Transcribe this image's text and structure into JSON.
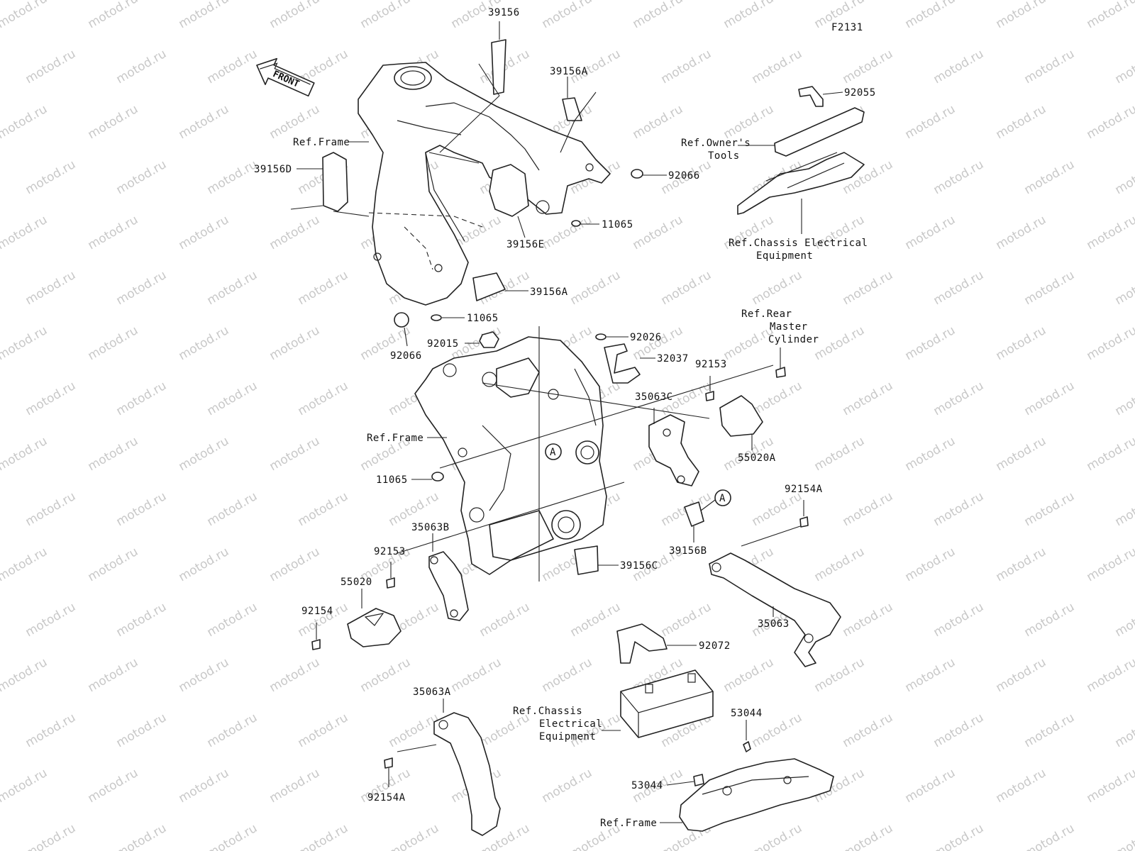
{
  "figure_code": "F2131",
  "watermark": "motod.ru",
  "front_arrow": "FRONT",
  "callout_letter": "A",
  "labels": {
    "p39156": "39156",
    "p39156A_top": "39156A",
    "p92055": "92055",
    "ref_owners_tools_1": "Ref.Owner's",
    "ref_owners_tools_2": "Tools",
    "ref_frame_top": "Ref.Frame",
    "p39156D": "39156D",
    "p92066_right": "92066",
    "p11065_top": "11065",
    "p39156E": "39156E",
    "ref_chassis_top_1": "Ref.Chassis Electrical",
    "ref_chassis_top_2": "Equipment",
    "p39156A_mid": "39156A",
    "p11065_mid": "11065",
    "p92066_left": "92066",
    "ref_rear_master_1": "Ref.Rear",
    "ref_rear_master_2": "Master",
    "ref_rear_master_3": "Cylinder",
    "p92015": "92015",
    "p92026": "92026",
    "p32037": "32037",
    "p92153_right": "92153",
    "p35063C": "35063C",
    "ref_frame_mid": "Ref.Frame",
    "p55020A": "55020A",
    "p11065_low": "11065",
    "p92154A_right": "92154A",
    "p35063B": "35063B",
    "p92153_left": "92153",
    "p39156B": "39156B",
    "p39156C": "39156C",
    "p55020": "55020",
    "p92154": "92154",
    "p35063": "35063",
    "p92072": "92072",
    "p35063A": "35063A",
    "ref_chassis_low_1": "Ref.Chassis",
    "ref_chassis_low_2": "Electrical",
    "ref_chassis_low_3": "Equipment",
    "p53044_top": "53044",
    "p53044_low": "53044",
    "p92154A_left": "92154A",
    "ref_frame_low": "Ref.Frame"
  }
}
